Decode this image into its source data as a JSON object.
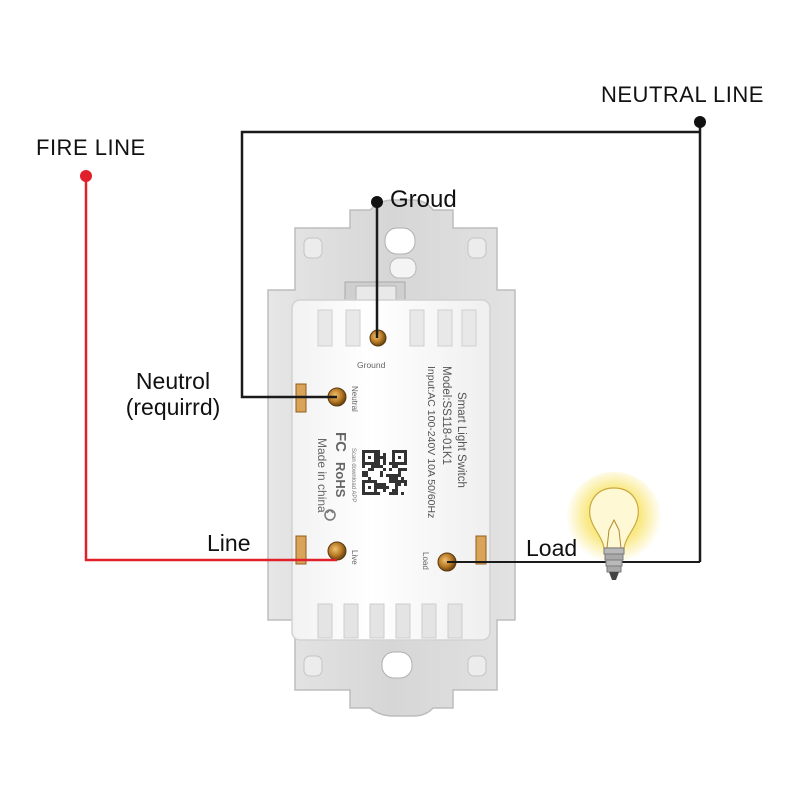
{
  "labels": {
    "fire_line": "FIRE LINE",
    "neutral_line": "NEUTRAL LINE",
    "ground": "Groud",
    "neutral_terminal": "Neutrol",
    "neutral_required": "(requirrd)",
    "line": "Line",
    "load": "Load"
  },
  "device": {
    "title": "Smart Light Switch",
    "model": "Model:SS118-01K1",
    "input": "Input:AC 100-240V 10A 50/60Hz",
    "scan_text": "Scan download APP",
    "cert_fc": "FC",
    "cert_rohs": "RoHS",
    "made_in": "Made in china",
    "term_ground": "Ground",
    "term_neutral": "Neutral",
    "term_live": "Live",
    "term_load": "Load"
  },
  "colors": {
    "fire_wire": "#e0202a",
    "neutral_wire": "#1a1a1a",
    "plate": "#dcdcdc",
    "body": "#fbfbfb",
    "terminal": "#c98a2c",
    "bulb_glow": "#f7e15a"
  }
}
